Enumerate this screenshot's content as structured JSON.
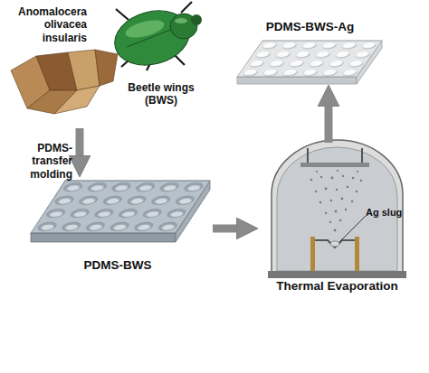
{
  "diagram": {
    "nodes": [
      {
        "text": [
          "Anomalocera olivacea insularis"
        ]
      },
      {
        "text": [
          "Beetle wings (BWS)"
        ]
      },
      {
        "text": [
          "PDMS-BWS"
        ]
      },
      {
        "text": [
          "Thermal Evaporation"
        ]
      },
      {
        "text": [
          "PDMS-BWS-Ag"
        ]
      }
    ],
    "edges": [
      {
        "from": 1,
        "to": 2,
        "arrow": "to",
        "label": "PDMS-transfer molding"
      },
      {
        "from": 2,
        "to": 3,
        "arrow": "to"
      },
      {
        "from": 3,
        "to": 4,
        "arrow": "to"
      }
    ],
    "labels": [
      "Ag slug"
    ]
  }
}
